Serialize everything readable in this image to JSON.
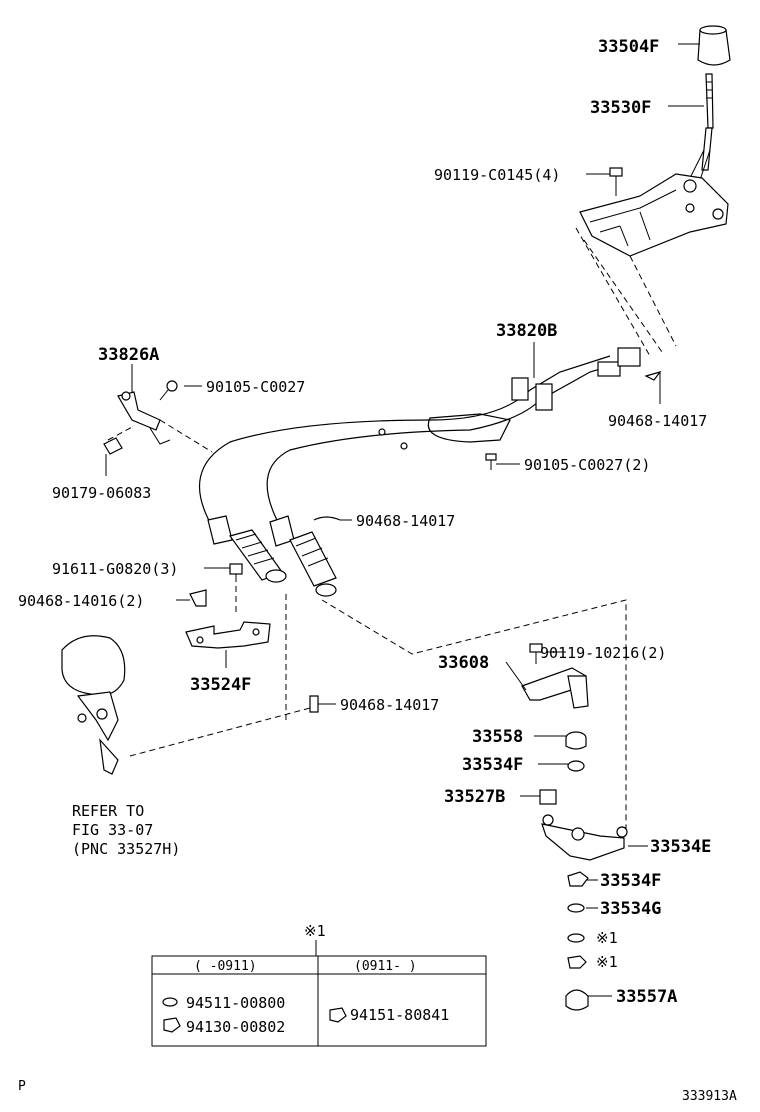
{
  "parts": {
    "shift_knob": "33504F",
    "shift_lever": "33530F",
    "bolt_top": "90119-C0145(4)",
    "retainer": "33826A",
    "bolt_retainer": "90105-C0027",
    "clip_retainer": "90179-06083",
    "cable_assy": "33820B",
    "pin_upper": "90468-14017",
    "bolt_cable": "90105-C0027(2)",
    "pin_middle": "90468-14017",
    "bolt_bracket": "91611-G0820(3)",
    "pin_bracket": "90468-14016(2)",
    "bracket": "33524F",
    "pin_lower": "90468-14017",
    "lever": "33608",
    "bolt_lever": "90119-10216(2)",
    "bushing_a": "33558",
    "bushing_b": "33534F",
    "bushing_c": "33527B",
    "arm": "33534E",
    "nut_a": "33534F",
    "washer": "33534G",
    "note_washer": "※1",
    "note_nut": "※1",
    "cap": "33557A"
  },
  "refer": {
    "line1": "REFER TO",
    "line2": "FIG 33-07",
    "line3": "(PNC 33527H)"
  },
  "table": {
    "note_mark": "※1",
    "col1_header": "(    -0911)",
    "col2_header": "(0911-    )",
    "col1_row1": "94511-00800",
    "col1_row2": "94130-00802",
    "col2_row1": "94151-80841"
  },
  "footer": {
    "left": "P",
    "right": "333913A"
  }
}
